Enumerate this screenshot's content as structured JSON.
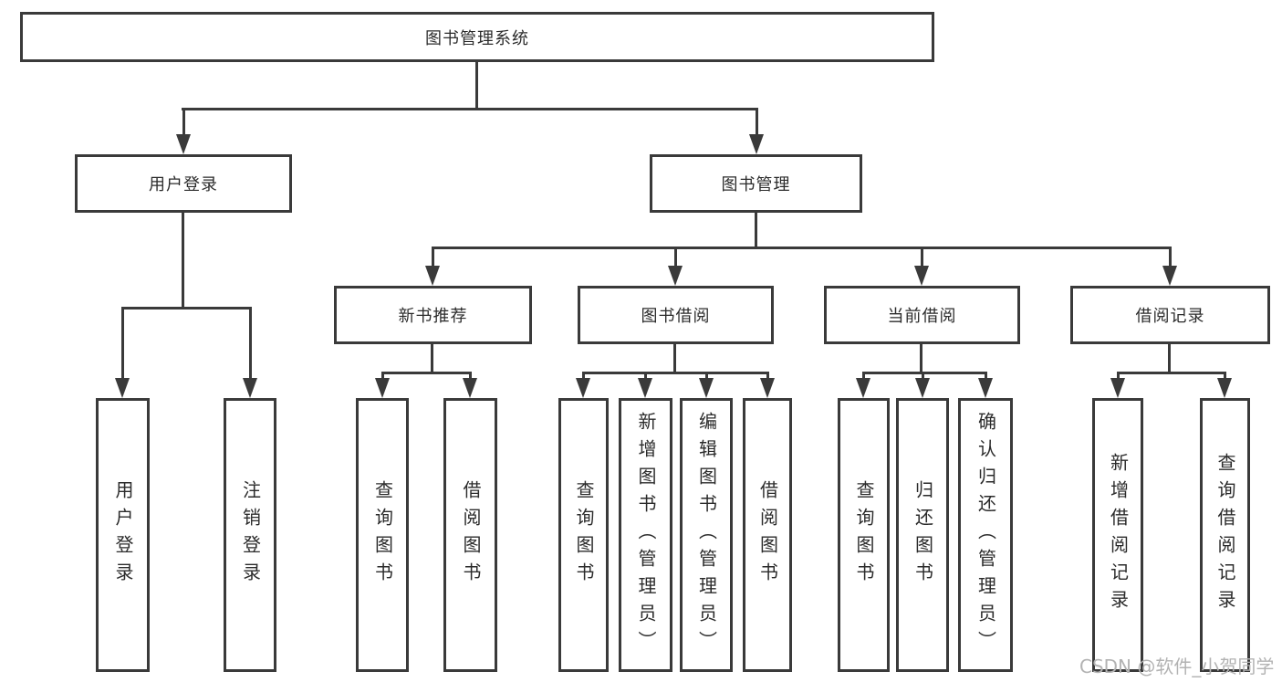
{
  "diagram": {
    "root_label": "图书管理系统",
    "level1": {
      "user_login": "用户登录",
      "book_management": "图书管理"
    },
    "level2": {
      "new_books": "新书推荐",
      "borrowing": "图书借阅",
      "current": "当前借阅",
      "records": "借阅记录"
    },
    "leaves": {
      "user_login": [
        "用户登录",
        "注销登录"
      ],
      "new_books": [
        "查询图书",
        "借阅图书"
      ],
      "borrowing": [
        "查询图书",
        "新增图书（管理员）",
        "编辑图书（管理员）",
        "借阅图书"
      ],
      "current": [
        "查询图书",
        "归还图书",
        "确认归还（管理员）"
      ],
      "records": [
        "新增借阅记录",
        "查询借阅记录"
      ]
    }
  },
  "watermark": {
    "text": "CSDN @软件_小贺同学"
  },
  "colors": {
    "line": "#3a3a3a",
    "text": "#2b2b2b",
    "watermark": "#b3b3b3",
    "background": "#ffffff"
  }
}
